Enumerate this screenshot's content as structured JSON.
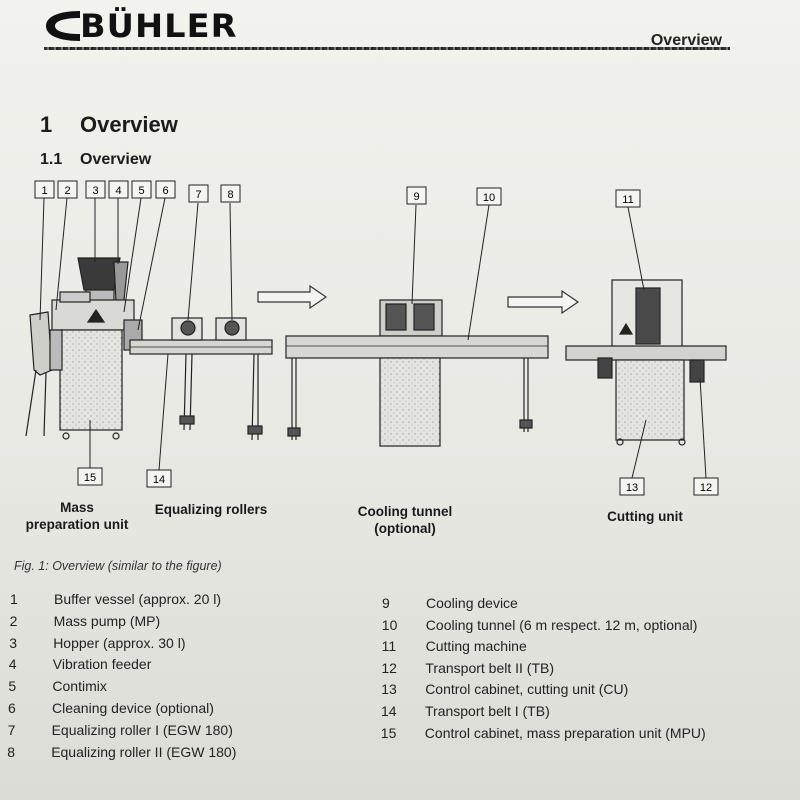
{
  "header": {
    "brand": "BÜHLER",
    "section": "Overview"
  },
  "heading1": {
    "number": "1",
    "title": "Overview"
  },
  "heading2": {
    "number": "1.1",
    "title": "Overview"
  },
  "figure": {
    "callouts": [
      "1",
      "2",
      "3",
      "4",
      "5",
      "6",
      "7",
      "8",
      "9",
      "10",
      "11",
      "12",
      "13",
      "14",
      "15"
    ],
    "unit_labels": {
      "mass_prep": [
        "Mass",
        "preparation unit"
      ],
      "equalizing": "Equalizing rollers",
      "cooling": [
        "Cooling tunnel",
        "(optional)"
      ],
      "cutting": "Cutting unit"
    },
    "caption": "Fig. 1: Overview (similar to the figure)"
  },
  "legend_left": [
    {
      "num": "1",
      "text": "Buffer vessel (approx. 20 l)"
    },
    {
      "num": "2",
      "text": "Mass pump (MP)"
    },
    {
      "num": "3",
      "text": "Hopper (approx. 30 l)"
    },
    {
      "num": "4",
      "text": "Vibration feeder"
    },
    {
      "num": "5",
      "text": "Contimix"
    },
    {
      "num": "6",
      "text": "Cleaning device (optional)"
    },
    {
      "num": "7",
      "text": "Equalizing roller I (EGW 180)"
    },
    {
      "num": "8",
      "text": "Equalizing roller II (EGW 180)"
    }
  ],
  "legend_right": [
    {
      "num": "9",
      "text": "Cooling device"
    },
    {
      "num": "10",
      "text": "Cooling tunnel (6 m respect. 12 m, optional)"
    },
    {
      "num": "11",
      "text": "Cutting machine"
    },
    {
      "num": "12",
      "text": "Transport belt II (TB)"
    },
    {
      "num": "13",
      "text": "Control cabinet, cutting unit (CU)"
    },
    {
      "num": "14",
      "text": "Transport belt I (TB)"
    },
    {
      "num": "15",
      "text": "Control cabinet, mass preparation unit (MPU)"
    }
  ]
}
